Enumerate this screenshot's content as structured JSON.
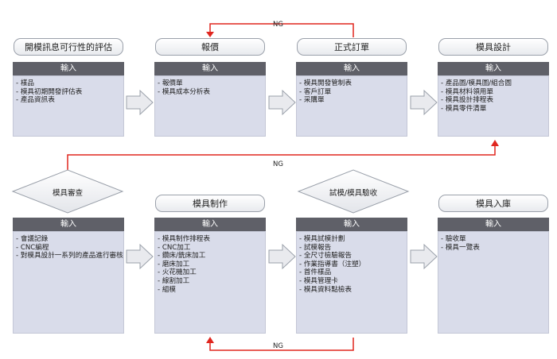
{
  "stages": [
    {
      "title": "開模訊息可行性的評估",
      "header": "輸入",
      "items": [
        "- 樣品",
        "- 模具初期開發評估表",
        "- 產品資訊表"
      ]
    },
    {
      "title": "報價",
      "header": "輸入",
      "items": [
        "- 報價單",
        "- 模具成本分析表"
      ]
    },
    {
      "title": "正式訂單",
      "header": "輸入",
      "items": [
        "- 模具開發管制表",
        "- 客戶訂單",
        "- 采購單"
      ]
    },
    {
      "title": "模具設計",
      "header": "輸入",
      "items": [
        "- 產品圖/模具圖/組合圖",
        "- 模具材料領用單",
        "- 模具設計排程表",
        "- 模具零件清單"
      ]
    },
    {
      "title": "模具審查",
      "header": "輸入",
      "items": [
        "- 會議記錄",
        "- CNC編程",
        "- 對模具設計一系列的產品進行審核"
      ]
    },
    {
      "title": "模具制作",
      "header": "輸入",
      "items": [
        "- 模具制作排程表",
        "- CNC加工",
        "- 鑽床/銑床加工",
        "- 磨床加工",
        "- 火花機加工",
        "- 線割加工",
        "- 組模"
      ]
    },
    {
      "title": "試模/模具驗收",
      "header": "輸入",
      "items": [
        "- 模具試模計劃",
        "- 試模報告",
        "- 全尺寸檢驗報告",
        "- 作業指導書（注塑）",
        "- 首件樣品",
        "- 模具管理卡",
        "- 模具資料點檢表"
      ]
    },
    {
      "title": "模具入庫",
      "header": "輸入",
      "items": [
        "- 驗收單",
        "- 模具一覽表"
      ]
    }
  ],
  "ng_labels": {
    "top": "NG",
    "middle": "NG",
    "bottom": "NG"
  },
  "colors": {
    "ng_line": "#e0261f",
    "header_bar": "#5f6068",
    "box_fill": "#d9dcea",
    "arrow_fill": "#e9eaee"
  }
}
